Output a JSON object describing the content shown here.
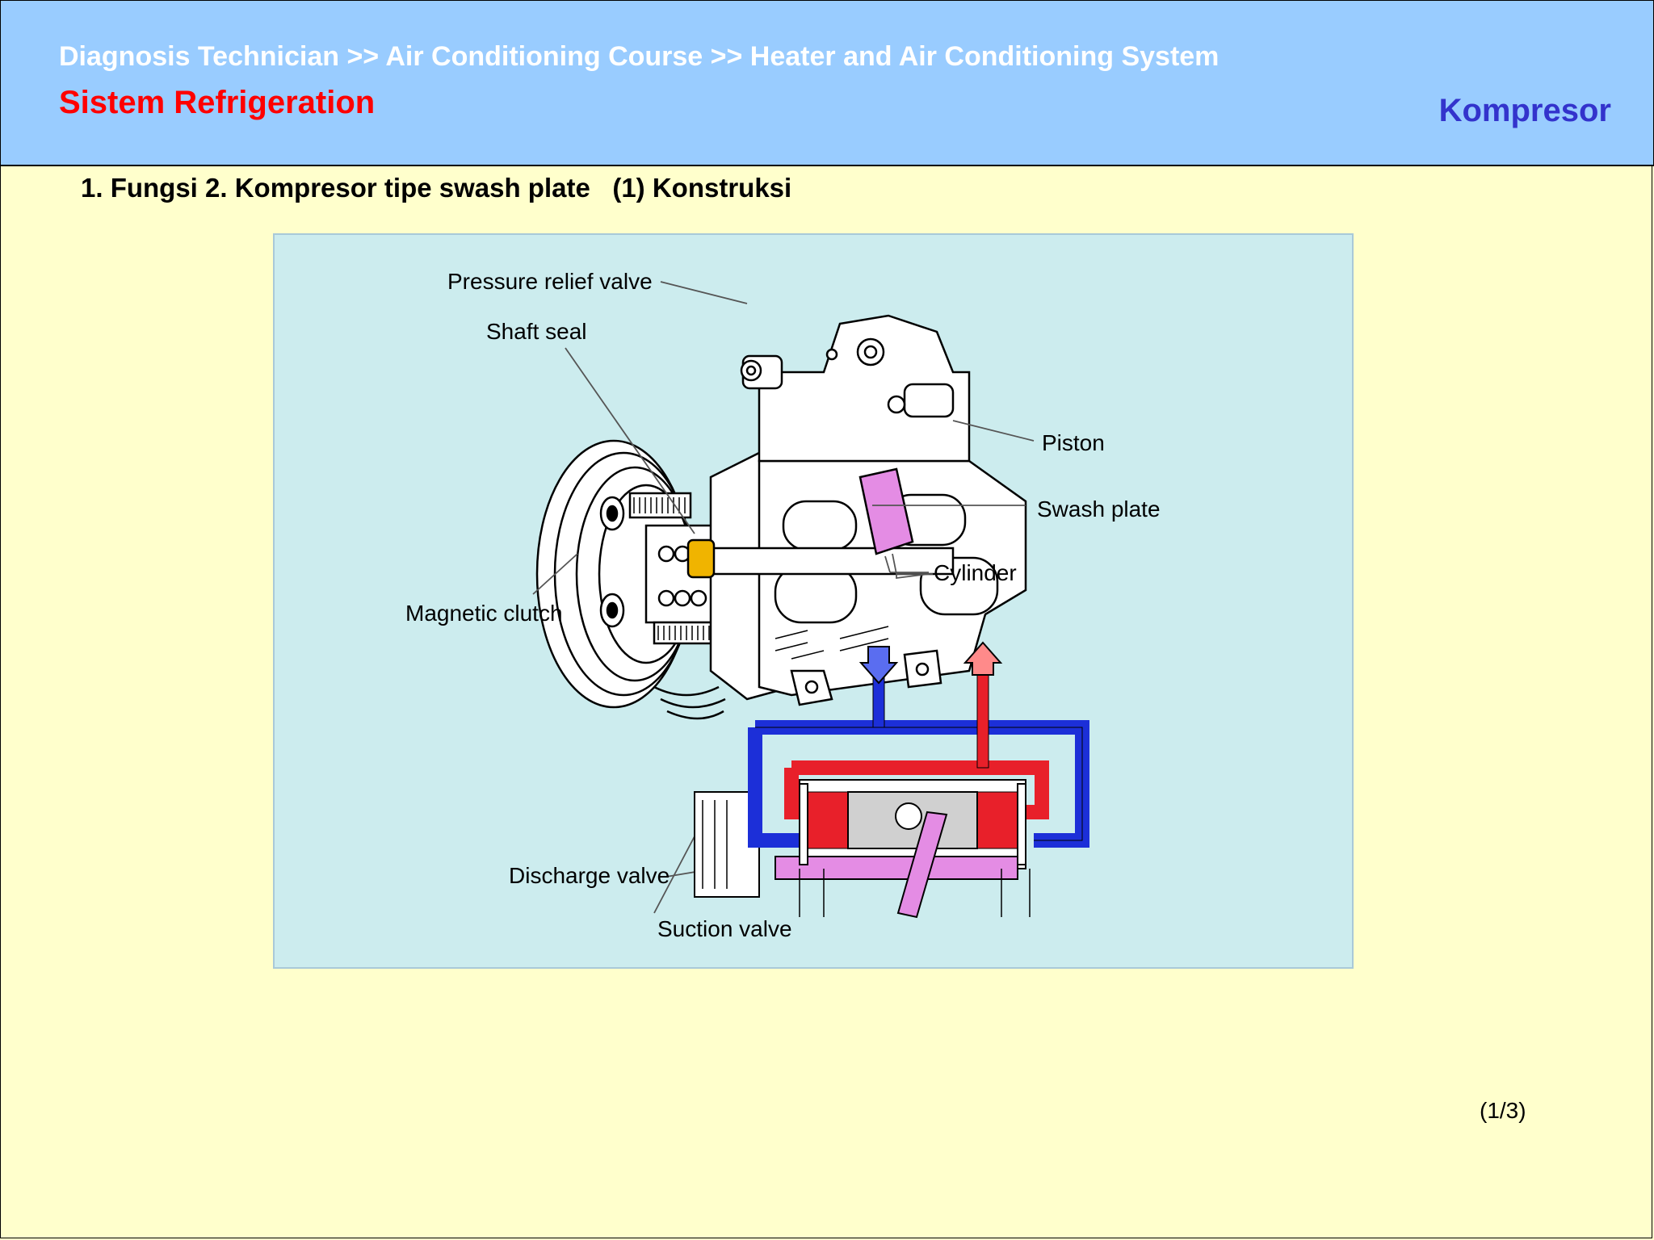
{
  "header": {
    "breadcrumb": "Diagnosis Technician >> Air Conditioning Course >> Heater and Air Conditioning System",
    "section_title": "Sistem Refrigeration",
    "topic_title": "Kompresor"
  },
  "slide": {
    "heading": "1. Fungsi 2. Kompresor tipe swash plate   (1) Konstruksi",
    "page_number": "(1/3)"
  },
  "diagram": {
    "labels": {
      "pressure_relief_valve": "Pressure relief valve",
      "shaft_seal": "Shaft seal",
      "piston": "Piston",
      "swash_plate": "Swash plate",
      "cylinder": "Cylinder",
      "magnetic_clutch": "Magnetic clutch",
      "discharge_valve": "Discharge valve",
      "suction_valve": "Suction valve"
    }
  },
  "colors": {
    "header_bg": "#99ccff",
    "page_bg": "#ffffcc",
    "figure_bg": "#ccecee",
    "section_title": "#ff0000",
    "topic_title": "#3333cc",
    "discharge_flow": "#e8202a",
    "suction_flow": "#1c2fd8",
    "swash_plate": "#e48ce4",
    "shaft_seal": "#f0b400"
  }
}
